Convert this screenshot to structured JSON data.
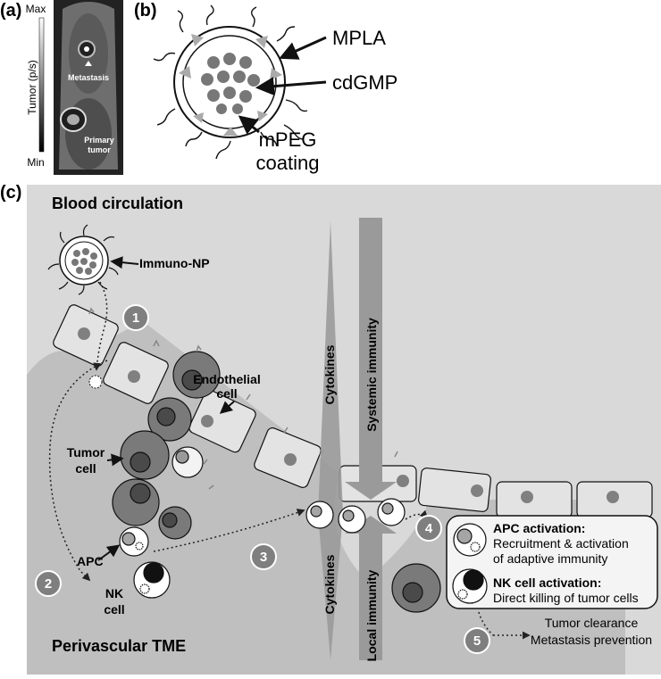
{
  "panel_a": {
    "label": "(a)",
    "scale_max": "Max",
    "scale_min": "Min",
    "scale_title": "Tumor (p/s)",
    "metastasis_label": "Metastasis",
    "primary_label_1": "Primary",
    "primary_label_2": "tumor"
  },
  "panel_b": {
    "label": "(b)",
    "mpla": "MPLA",
    "cdgmp": "cdGMP",
    "mpeg_1": "mPEG",
    "mpeg_2": "coating"
  },
  "panel_c": {
    "label": "(c)",
    "blood_circulation": "Blood circulation",
    "immuno_np": "Immuno-NP",
    "endothelial_1": "Endothelial",
    "endothelial_2": "cell",
    "tumor_1": "Tumor",
    "tumor_2": "cell",
    "apc": "APC",
    "nk_1": "NK",
    "nk_2": "cell",
    "perivascular": "Perivascular TME",
    "cytokines_top": "Cytokines",
    "cytokines_bottom": "Cytokines",
    "systemic_immunity": "Systemic immunity",
    "local_immunity": "Local immunity",
    "steps": [
      "1",
      "2",
      "3",
      "4",
      "5"
    ],
    "apc_activation_title": "APC activation:",
    "apc_activation_line1": "Recruitment & activation",
    "apc_activation_line2": "of adaptive immunity",
    "nk_activation_title": "NK cell activation:",
    "nk_activation_line1": "Direct killing of tumor cells",
    "outcome_line1": "Tumor clearance",
    "outcome_line2": "Metastasis prevention"
  },
  "colors": {
    "background_panel": "#d9d9d9",
    "tme_region": "#bfbfbf",
    "arrow_gray": "#9a9a9a",
    "step_circle": "#7f7f7f"
  }
}
